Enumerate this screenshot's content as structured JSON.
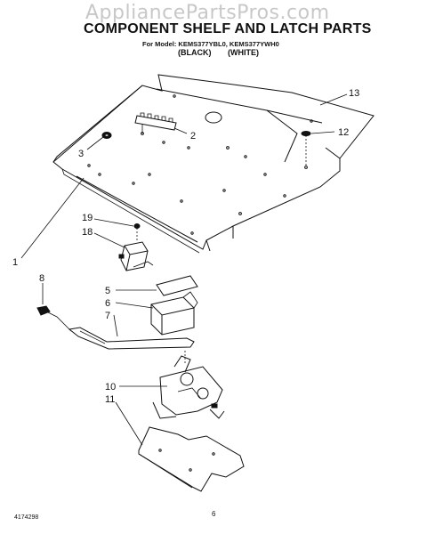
{
  "watermark": "AppliancePartsPros.com",
  "title": "COMPONENT SHELF AND LATCH PARTS",
  "model_line": "For Model: KEMS377YBL0, KEMS377YWH0",
  "variants": {
    "black": "(BLACK)",
    "white": "(WHITE)"
  },
  "callouts": {
    "c1": "1",
    "c2": "2",
    "c3": "3",
    "c5": "5",
    "c6": "6",
    "c7": "7",
    "c8": "8",
    "c10": "10",
    "c11": "11",
    "c12": "12",
    "c13": "13",
    "c18": "18",
    "c19": "19"
  },
  "footer": {
    "code": "4174298",
    "page": "6"
  }
}
